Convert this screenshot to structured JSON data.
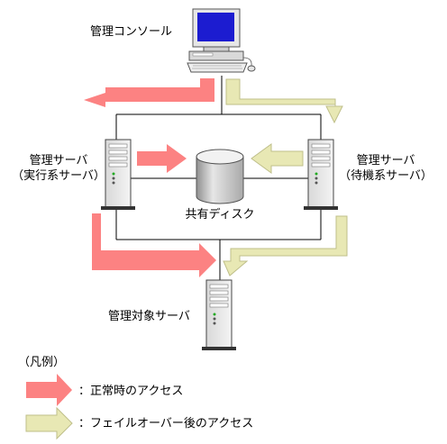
{
  "diagram": {
    "nodes": {
      "console": {
        "label": "管理コンソール"
      },
      "active_server": {
        "line1": "管理サーバ",
        "line2": "（実行系サーバ）"
      },
      "standby_server": {
        "line1": "管理サーバ",
        "line2": "（待機系サーバ）"
      },
      "shared_disk": {
        "label": "共有ディスク"
      },
      "managed_server": {
        "label": "管理対象サーバ"
      }
    },
    "legend": {
      "title": "（凡例）",
      "normal_access": "：正常時のアクセス",
      "failover_access": "：フェイルオーバー後のアクセス"
    },
    "colors": {
      "normal_arrow": "#fc8282",
      "failover_arrow": "#e8e8b4",
      "failover_arrow_stroke": "#bfbf8a",
      "line": "#000000",
      "monitor_screen": "#1c1cd0",
      "disk_top": "#f2f2f2",
      "disk_body": "#b8b8b8"
    }
  }
}
